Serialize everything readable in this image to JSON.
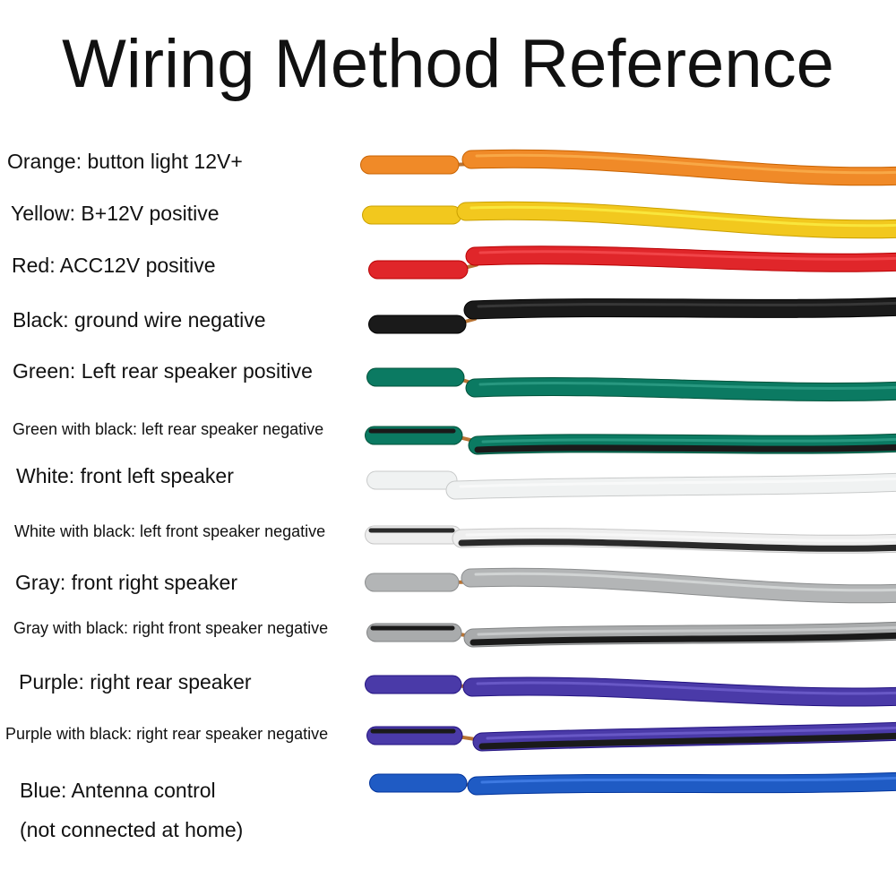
{
  "title": "Wiring Method Reference",
  "wires": [
    {
      "label": "Orange: button light 12V+",
      "color": "#f08a28",
      "stripe": null
    },
    {
      "label": "Yellow: B+12V positive",
      "color": "#f2c81e",
      "stripe": null
    },
    {
      "label": "Red: ACC12V positive",
      "color": "#e0262a",
      "stripe": null
    },
    {
      "label": "Black: ground wire negative",
      "color": "#1a1a1a",
      "stripe": null
    },
    {
      "label": "Green: Left rear speaker positive",
      "color": "#0b7a62",
      "stripe": null
    },
    {
      "label": "Green with black: left rear speaker negative",
      "color": "#0b7a62",
      "stripe": "#1a1a1a"
    },
    {
      "label": "White: front left speaker",
      "color": "#f0f2f2",
      "stripe": null
    },
    {
      "label": "White with black: left front speaker negative",
      "color": "#eeeeee",
      "stripe": "#2a2a2a"
    },
    {
      "label": "Gray: front right speaker",
      "color": "#b3b5b6",
      "stripe": null
    },
    {
      "label": "Gray with black: right front speaker negative",
      "color": "#a9abac",
      "stripe": "#1a1a1a"
    },
    {
      "label": "Purple: right rear speaker",
      "color": "#4a3aa8",
      "stripe": null
    },
    {
      "label": "Purple with black: right rear speaker negative",
      "color": "#4a3aa8",
      "stripe": "#1a1a1a"
    },
    {
      "label": "Blue: Antenna control",
      "color": "#1f5bc4",
      "stripe": null
    }
  ],
  "blue_note": "(not connected at home)",
  "colors": {
    "copper": "#b87333",
    "text": "#111111",
    "background": "#ffffff"
  }
}
